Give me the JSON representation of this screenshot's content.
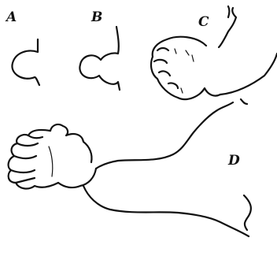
{
  "labels": {
    "a": "A",
    "b": "B",
    "c": "C",
    "d": "D"
  }
}
